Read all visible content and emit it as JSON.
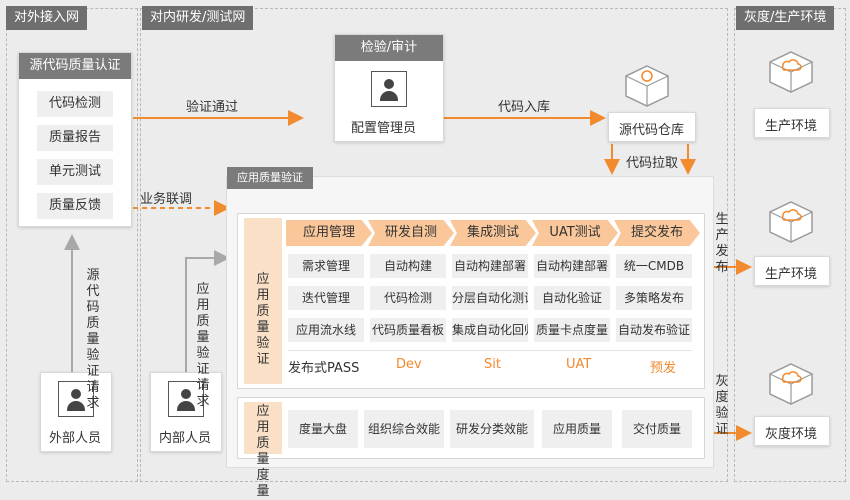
{
  "zones": {
    "external": "对外接入网",
    "internal": "对内研发/测试网",
    "production": "灰度/生产环境"
  },
  "source_quality": {
    "title": "源代码质量认证",
    "items": [
      "代码检测",
      "质量报告",
      "单元测试",
      "质量反馈"
    ]
  },
  "audit": {
    "title": "检验/审计",
    "person_label": "配置管理员"
  },
  "repo": {
    "label": "源代码仓库"
  },
  "environments": {
    "prod1": "生产环境",
    "prod2": "生产环境",
    "gray": "灰度环境"
  },
  "people": {
    "external": "外部人员",
    "internal": "内部人员"
  },
  "flows": {
    "verify_pass": "验证通过",
    "code_commit": "代码入库",
    "code_pull": "代码拉取",
    "business_debug": "业务联调",
    "source_quality_request": "源代码质量验证请求",
    "app_quality_request": "应用质量验证请求",
    "prod_release": "生产发布",
    "gray_verify": "灰度验证"
  },
  "app_quality": {
    "panel_title": "应用质量验证",
    "side_label": "应用质量验证",
    "stages": [
      "应用管理",
      "研发自测",
      "集成测试",
      "UAT测试",
      "提交发布"
    ],
    "rows": [
      [
        "需求管理",
        "自动构建",
        "自动构建部署",
        "自动构建部署",
        "统一CMDB"
      ],
      [
        "迭代管理",
        "代码检测",
        "分层自动化测试",
        "自动化验证",
        "多策略发布"
      ],
      [
        "应用流水线",
        "代码质量看板",
        "集成自动化回归",
        "质量卡点度量",
        "自动发布验证"
      ]
    ],
    "pass_label": "发布式PASS",
    "envs": [
      "Dev",
      "Sit",
      "UAT",
      "预发"
    ]
  },
  "metrics": {
    "side_label": "应用质量度量",
    "items": [
      "度量大盘",
      "组织综合效能",
      "研发分类效能",
      "应用质量",
      "交付质量"
    ]
  },
  "colors": {
    "accent": "#f28a2e",
    "stage": "#f9c79a",
    "side": "#fbe0c8",
    "header_gray": "#7b7b7b"
  }
}
